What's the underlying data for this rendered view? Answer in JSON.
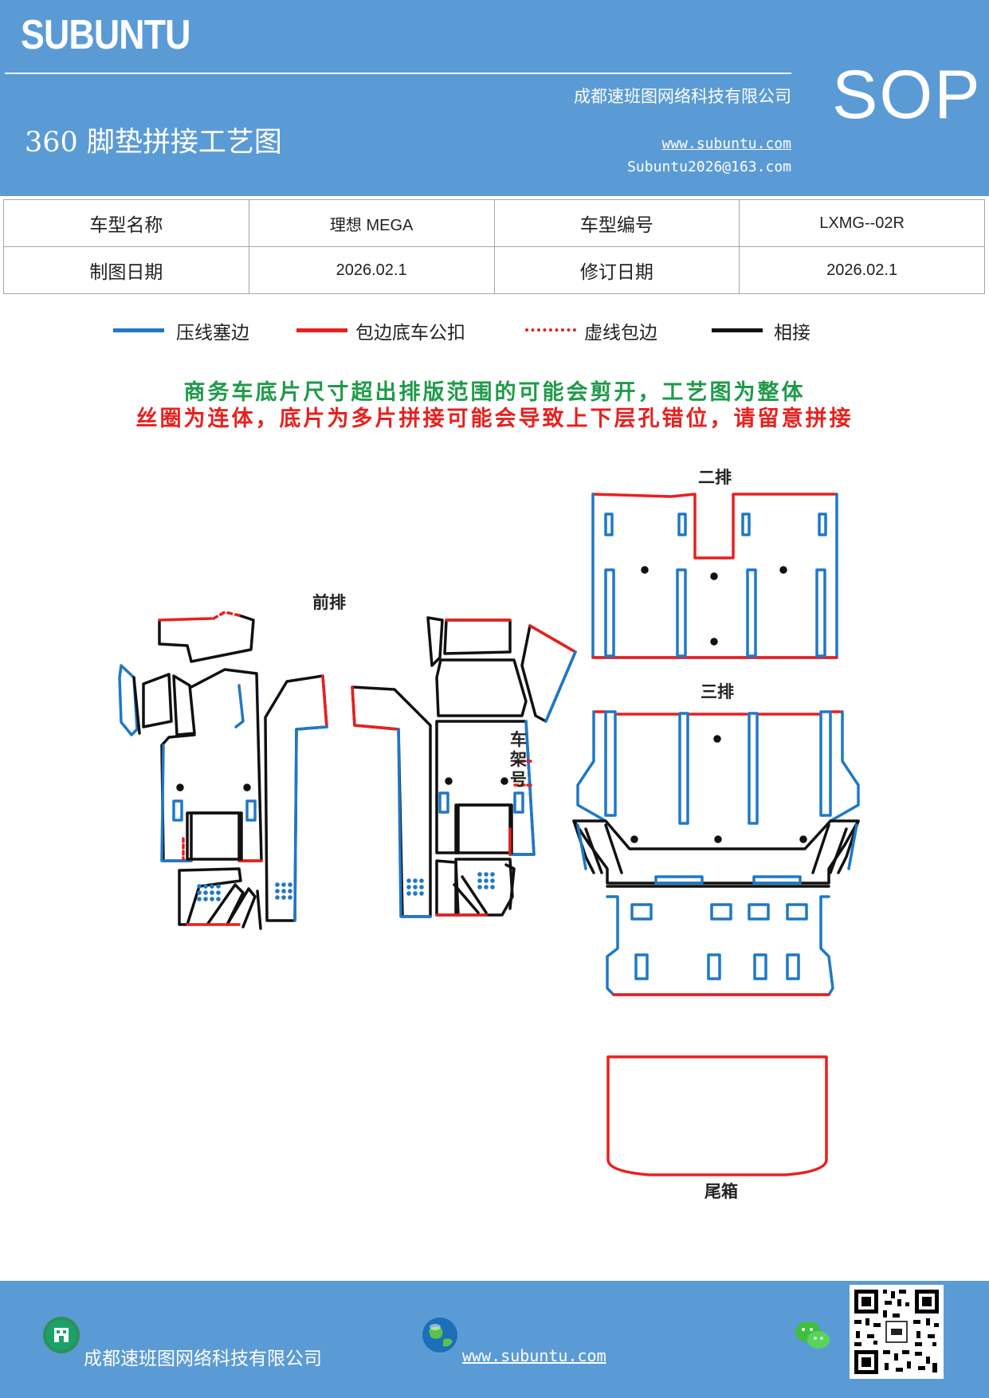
{
  "header": {
    "brand": "SUBUNTU",
    "company": "成都速班图网络科技有限公司",
    "title": "360 脚垫拼接工艺图",
    "website": "www.subuntu.com",
    "email": "Subuntu2026@163.com",
    "badge": "SOP"
  },
  "info_table": {
    "row1": {
      "label1": "车型名称",
      "value1": "理想 MEGA",
      "label2": "车型编号",
      "value2": "LXMG--02R"
    },
    "row2": {
      "label1": "制图日期",
      "value1": "2026.02.1",
      "label2": "修订日期",
      "value2": "2026.02.1"
    }
  },
  "legend": {
    "items": [
      {
        "label": "压线塞边",
        "color": "#1f78c8",
        "style": "solid"
      },
      {
        "label": "包边底车公扣",
        "color": "#e8201e",
        "style": "solid"
      },
      {
        "label": "虚线包边",
        "color": "#e8201e",
        "style": "dotted"
      },
      {
        "label": "相接",
        "color": "#111111",
        "style": "solid"
      }
    ]
  },
  "notes": {
    "line1": "商务车底片尺寸超出排版范围的可能会剪开，工艺图为整体",
    "line2": "丝圈为连体，底片为多片拼接可能会导致上下层孔错位，请留意拼接",
    "line1_color": "#1f9a4a",
    "line2_color": "#e8201e"
  },
  "diagram": {
    "labels": {
      "front": "前排",
      "second": "二排",
      "third": "三排",
      "trunk": "尾箱",
      "vin": [
        "车",
        "架",
        "号"
      ]
    }
  },
  "footer": {
    "company": "成都速班图网络科技有限公司",
    "website": "www.subuntu.com",
    "icons": [
      "building-icon",
      "globe-icon",
      "wechat-icon",
      "qr-code"
    ]
  }
}
